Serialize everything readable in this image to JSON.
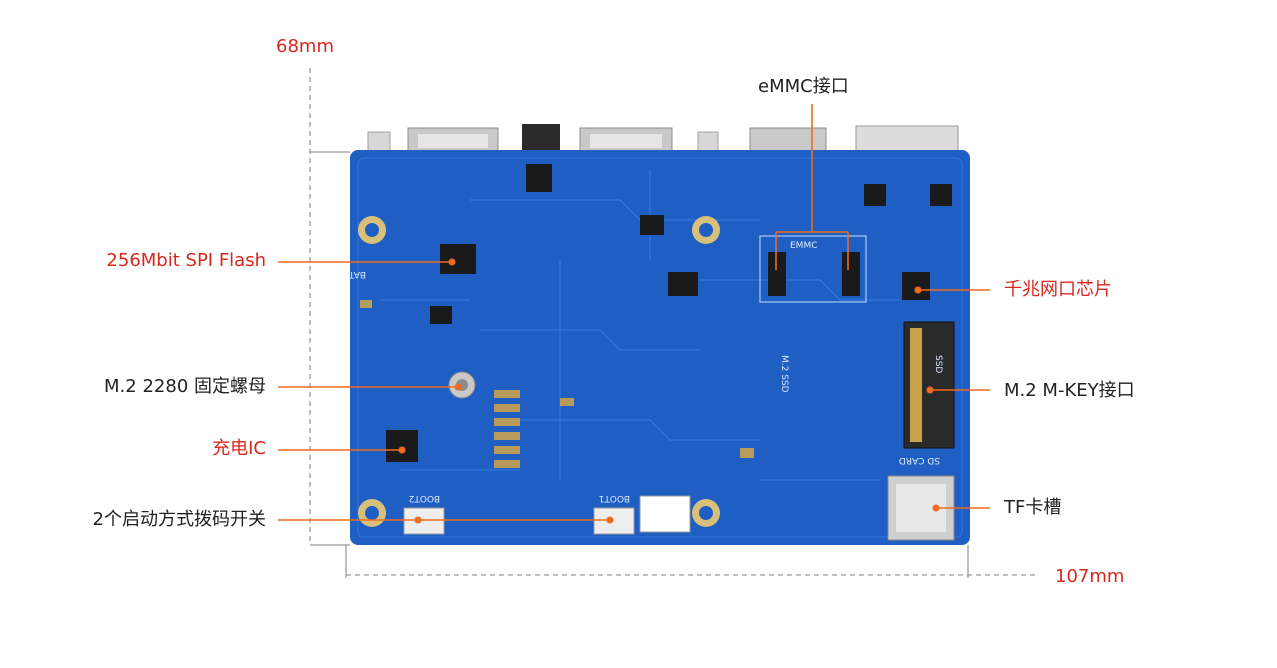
{
  "dimensions": {
    "height": "68mm",
    "width": "107mm"
  },
  "labels": {
    "emmc": "eMMC接口",
    "spi_flash": "256Mbit SPI Flash",
    "gigabit_chip": "千兆网口芯片",
    "m2_nut": "M.2 2280 固定螺母",
    "m2_mkey": "M.2 M-KEY接口",
    "charge_ic": "充电IC",
    "tf_slot": "TF卡槽",
    "boot_switch": "2个启动方式拨码开关"
  },
  "silkscreen": {
    "emmc": "EMMC",
    "ssd": "M.2 SSD",
    "sd_card": "SD CARD",
    "boot1": "BOOT1",
    "boot2": "BOOT2",
    "bat": "BAT"
  },
  "colors": {
    "accent_red": "#d9271e",
    "leader_orange": "#ef6a1e",
    "pcb_blue": "#1f5fc4",
    "text_dark": "#222222"
  }
}
